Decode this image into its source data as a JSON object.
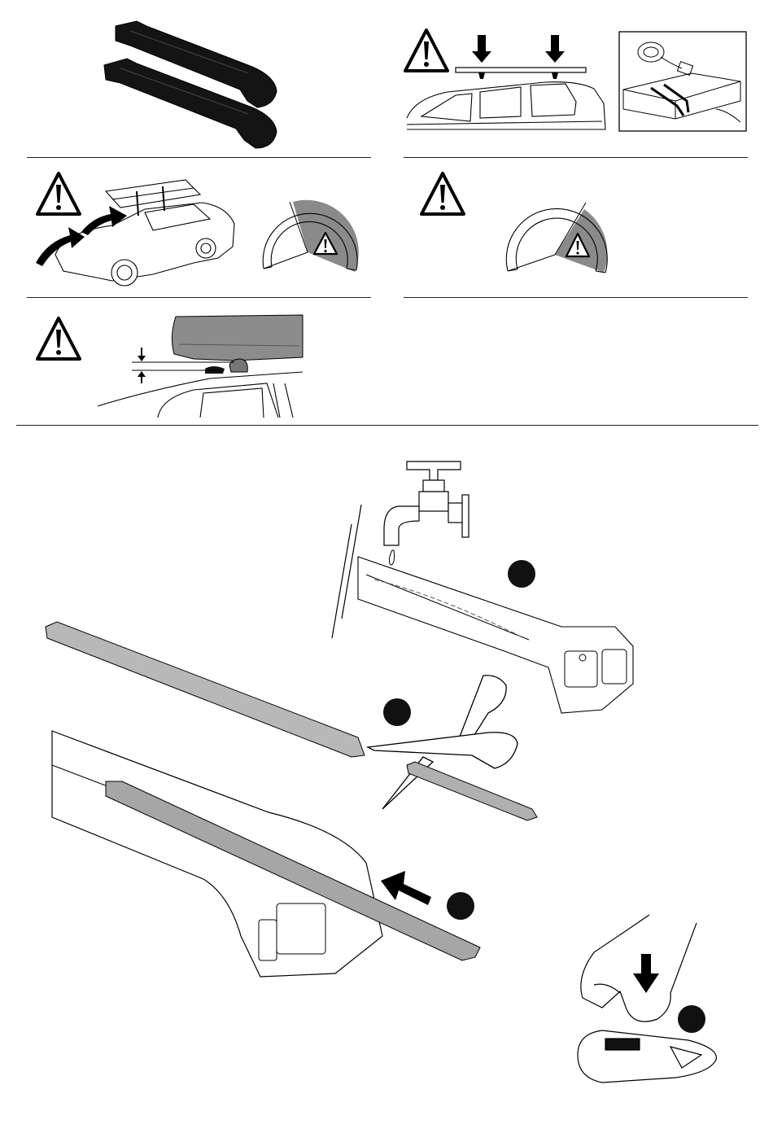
{
  "document": {
    "type": "roof rack installation instruction sheet",
    "text_content": []
  },
  "panels": [
    {
      "name": "roof-bars-pair",
      "warning": false
    },
    {
      "name": "center-load-warning",
      "warning": true
    },
    {
      "name": "strap-detail",
      "warning": false
    },
    {
      "name": "wind-load-speed-warning",
      "warning": true
    },
    {
      "name": "speed-gauge-warning",
      "warning": true
    },
    {
      "name": "roof-box-clearance-warning",
      "warning": true
    }
  ],
  "colors": {
    "ink": "#111111",
    "bar_fill": "#141414",
    "gauge_shade": "#8a8a8a",
    "box_fill": "#8c8c8c",
    "step_dot": "#111111"
  },
  "icons": [
    "warning-triangle-icon",
    "down-arrow-icon",
    "right-arrow-icon",
    "faucet-icon",
    "scissors-icon",
    "hand-icon"
  ],
  "steps": [
    {
      "name": "rinse-channel-step",
      "label": ""
    },
    {
      "name": "cut-cover-strip-step",
      "label": ""
    },
    {
      "name": "insert-cover-strip-step",
      "label": ""
    },
    {
      "name": "press-end-cap-step",
      "label": ""
    }
  ]
}
